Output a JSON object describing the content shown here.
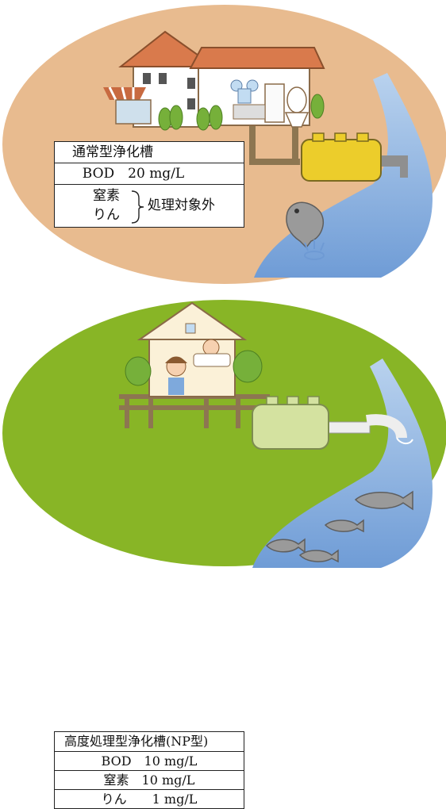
{
  "standard_tank": {
    "title": "通常型浄化槽",
    "bod": "BOD　20 mg/L",
    "nitrogen": "窒素",
    "phosphorus": "りん",
    "excluded": "処理対象外"
  },
  "np_tank": {
    "title": "高度処理型浄化槽(NP型)",
    "bod": "BOD　10 mg/L",
    "nitrogen": "窒素　10 mg/L",
    "phosphorus": "りん　　1 mg/L"
  },
  "colors": {
    "top_ground": "#e8bb8f",
    "bottom_ground": "#88b526",
    "river": "#7ea9dc",
    "tank_standard": "#eccd2b",
    "tank_np": "#d4e2a0",
    "pipe": "#8d7651",
    "roof": "#d97a4c",
    "tree": "#76b03a"
  }
}
